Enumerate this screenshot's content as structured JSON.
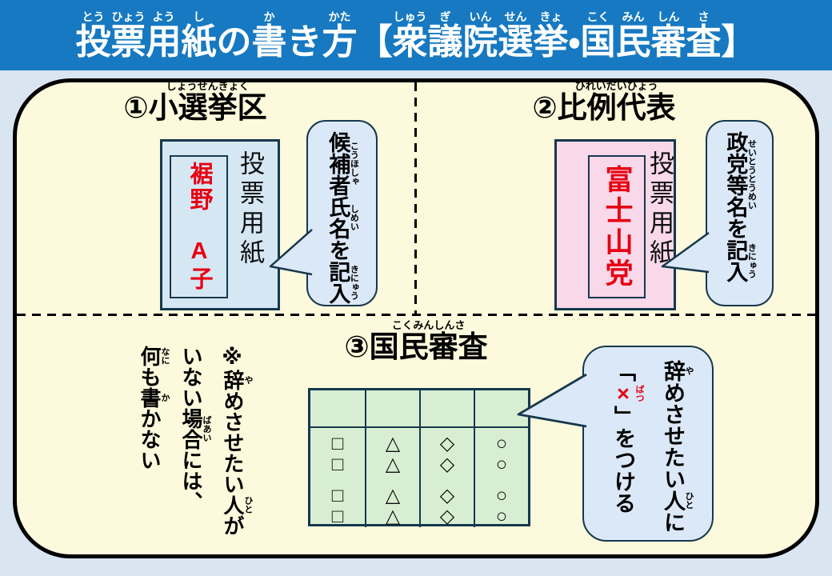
{
  "colors": {
    "header_bg": "#1779c1",
    "page_bg": "#d9e5f1",
    "panel_bg": "#fcf9dc",
    "ballot_single_bg": "#d6e7f4",
    "ballot_proportional_bg": "#f9d8e9",
    "bubble_bg": "#dbe8f8",
    "table_bg": "#d8eed2",
    "stroke_navy": "#16384d",
    "accent_red": "#e60012"
  },
  "header": {
    "title": [
      {
        "b": "投",
        "r": "とう"
      },
      {
        "b": "票",
        "r": "ひょう"
      },
      {
        "b": "用",
        "r": "よう"
      },
      {
        "b": "紙",
        "r": "し"
      },
      {
        "b": "の"
      },
      {
        "b": "書",
        "r": "か"
      },
      {
        "b": "き"
      },
      {
        "b": "方",
        "r": "かた"
      },
      {
        "b": "【"
      },
      {
        "b": "衆",
        "r": "しゅう"
      },
      {
        "b": "議",
        "r": "ぎ"
      },
      {
        "b": "院",
        "r": "いん"
      },
      {
        "b": "選",
        "r": "せん"
      },
      {
        "b": "挙",
        "r": "きょ"
      },
      {
        "b": "・"
      },
      {
        "b": "国",
        "r": "こく"
      },
      {
        "b": "民",
        "r": "みん"
      },
      {
        "b": "審",
        "r": "しん"
      },
      {
        "b": "査",
        "r": "さ"
      },
      {
        "b": "】"
      }
    ]
  },
  "section1": {
    "heading": [
      {
        "b": "①"
      },
      {
        "b": "小選挙区",
        "r": "しょうせんきょく"
      }
    ],
    "ballot": {
      "label": "投票用紙",
      "name": "裾野　A子"
    },
    "bubble": [
      {
        "b": "候補者",
        "r": "こうほしゃ"
      },
      {
        "b": "氏名",
        "r": "しめい"
      },
      {
        "b": "を"
      },
      {
        "b": "記入",
        "r": "きにゅう"
      }
    ]
  },
  "section2": {
    "heading": [
      {
        "b": "②"
      },
      {
        "b": "比例代表",
        "r": "ひれいだいひょう"
      }
    ],
    "ballot": {
      "label": "投票用紙",
      "name": "富士山党"
    },
    "bubble": [
      {
        "b": "政党等名",
        "r": "せいとうとうめい"
      },
      {
        "b": "を"
      },
      {
        "b": "記入",
        "r": "きにゅう"
      }
    ]
  },
  "section3": {
    "heading": [
      {
        "b": "③"
      },
      {
        "b": "国民審査",
        "r": "こくみんしんさ"
      }
    ],
    "note_lines": [
      [
        {
          "b": "※"
        },
        {
          "b": "辞",
          "r": "や"
        },
        {
          "b": "めさせたい"
        },
        {
          "b": "人",
          "r": "ひと"
        },
        {
          "b": "が"
        }
      ],
      [
        {
          "b": "いない"
        },
        {
          "b": "場合",
          "r": "ばあい"
        },
        {
          "b": "には、"
        }
      ],
      [
        {
          "b": "何",
          "r": "なに"
        },
        {
          "b": "も"
        },
        {
          "b": "書",
          "r": "か"
        },
        {
          "b": "かない"
        }
      ]
    ],
    "bubble_lines": [
      [
        {
          "b": "辞",
          "r": "や"
        },
        {
          "b": "めさせたい"
        },
        {
          "b": "人",
          "r": "ひと"
        },
        {
          "b": "に"
        }
      ],
      [
        {
          "b": "「"
        },
        {
          "b": "×",
          "r": "ばつ",
          "red": true
        },
        {
          "b": "」をつける"
        }
      ]
    ],
    "table": {
      "header_cells": [
        "",
        "",
        "",
        ""
      ],
      "symbol_columns": [
        {
          "symbols": [
            "□",
            "□",
            "□",
            "□"
          ]
        },
        {
          "symbols": [
            "△",
            "△",
            "△",
            "△"
          ]
        },
        {
          "symbols": [
            "◇",
            "◇",
            "◇",
            "◇"
          ]
        },
        {
          "symbols": [
            "○",
            "○",
            "○",
            "○"
          ]
        }
      ]
    }
  }
}
